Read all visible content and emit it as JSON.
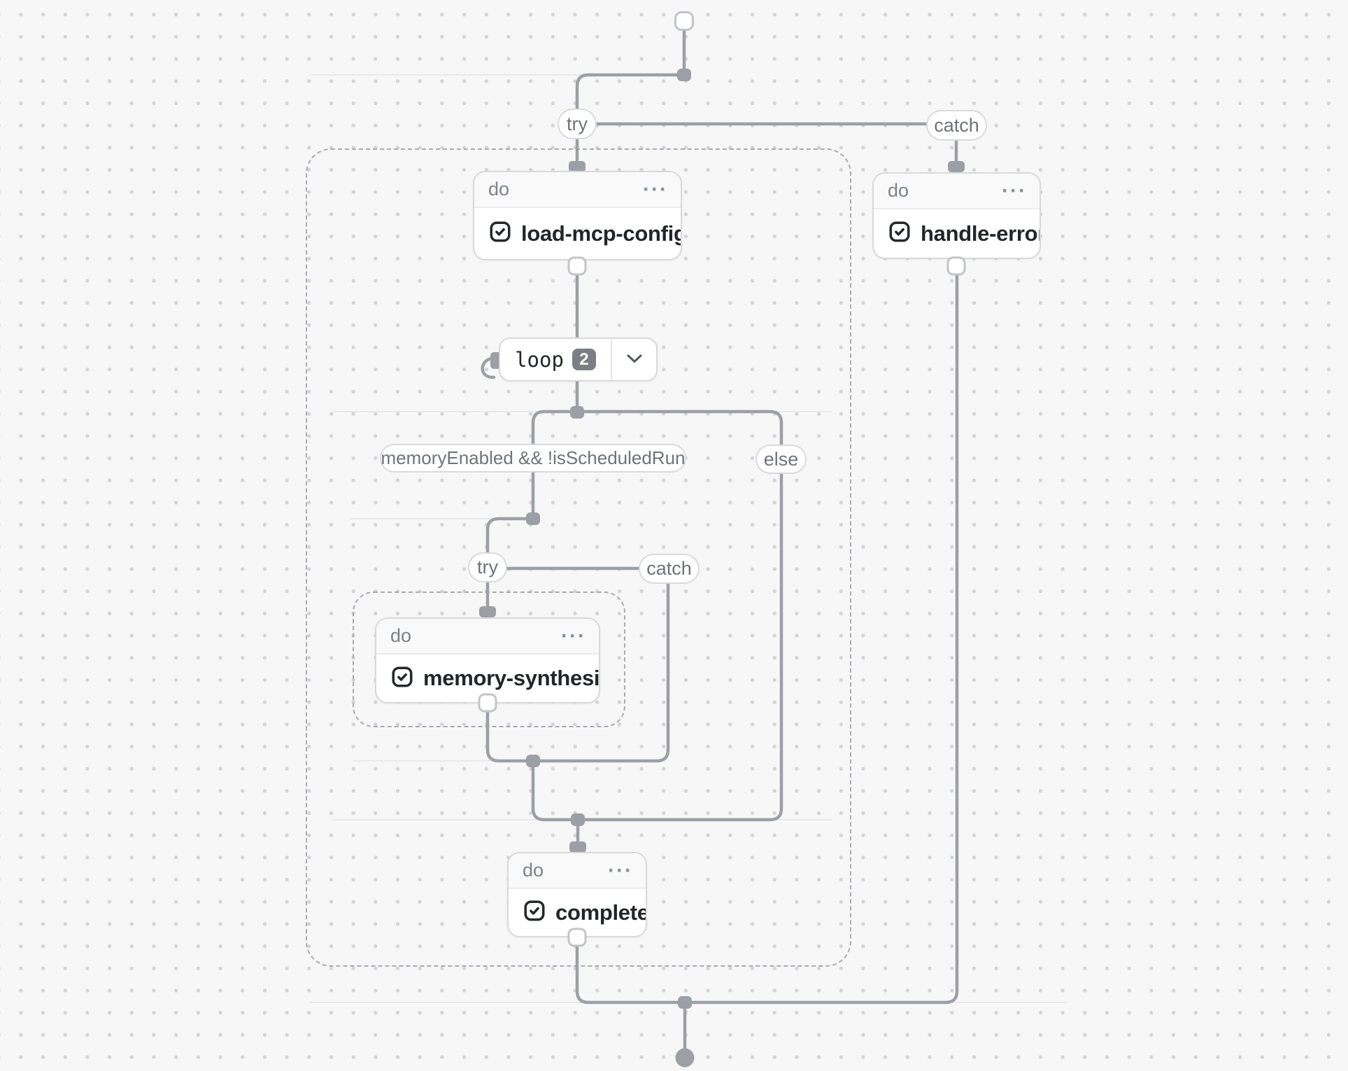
{
  "canvas": {
    "background": "#f7f7f8",
    "dot_color": "#d3d4d6",
    "edge_color": "#9ca0a6",
    "node_border_color": "#d9d9da",
    "faint_guide_color": "#eaeaeb"
  },
  "outer_try": {
    "try_label": "try",
    "catch_label": "catch"
  },
  "inner_try": {
    "try_label": "try",
    "catch_label": "catch"
  },
  "conditions": {
    "if_expression": "memoryEnabled && !isScheduledRun",
    "else_label": "else"
  },
  "loop": {
    "label": "loop",
    "iteration_count": "2"
  },
  "steps": {
    "load_mcp_config": {
      "header": "do",
      "title": "load-mcp-config"
    },
    "handle_error": {
      "header": "do",
      "title": "handle-error"
    },
    "memory_synthesis": {
      "header": "do",
      "title": "memory-synthesis"
    },
    "complete": {
      "header": "do",
      "title": "complete"
    }
  },
  "icons": {
    "more_options": "···",
    "chevron_down": "chevron-down",
    "step_type": "checkbox-check"
  }
}
